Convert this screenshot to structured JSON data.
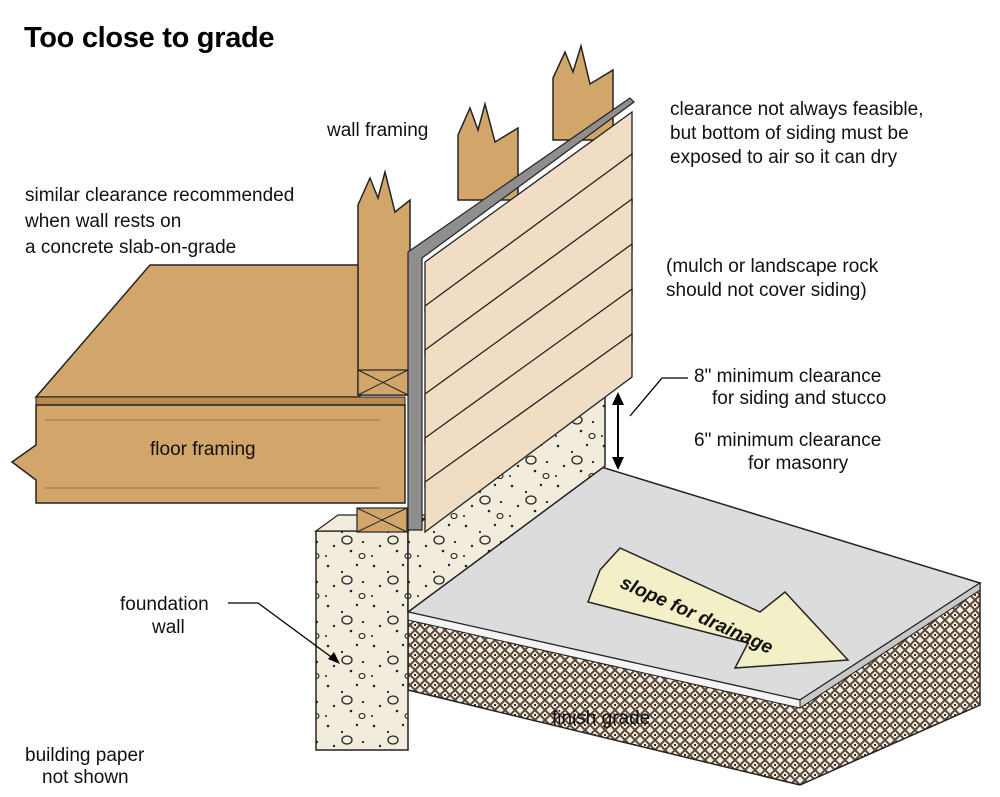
{
  "title": "Too close to grade",
  "labels": {
    "wall_framing": "wall framing",
    "slab_note": [
      "similar clearance recommended",
      "when wall rests on",
      "a concrete slab-on-grade"
    ],
    "clearance_note": [
      "clearance not always feasible,",
      "but bottom of siding must be",
      "exposed to air so it can dry"
    ],
    "mulch_note": [
      "(mulch or landscape rock",
      "should not cover siding)"
    ],
    "siding_clearance": [
      "8\" minimum clearance",
      "for siding and stucco"
    ],
    "masonry_clearance": [
      "6\" minimum clearance",
      "for masonry"
    ],
    "floor_framing": "floor framing",
    "foundation_wall": [
      "foundation",
      "wall"
    ],
    "slope": "slope for drainage",
    "finish_grade": "finish grade",
    "building_paper": [
      "building paper",
      "not shown"
    ]
  },
  "colors": {
    "wood": "#d2a66b",
    "wood_dark": "#a97c45",
    "siding": "#f1dcc4",
    "concrete": "#f1ecdc",
    "slab": "#dcdcdc",
    "soil": "#6b5a48",
    "arrow": "#f3efc6"
  }
}
